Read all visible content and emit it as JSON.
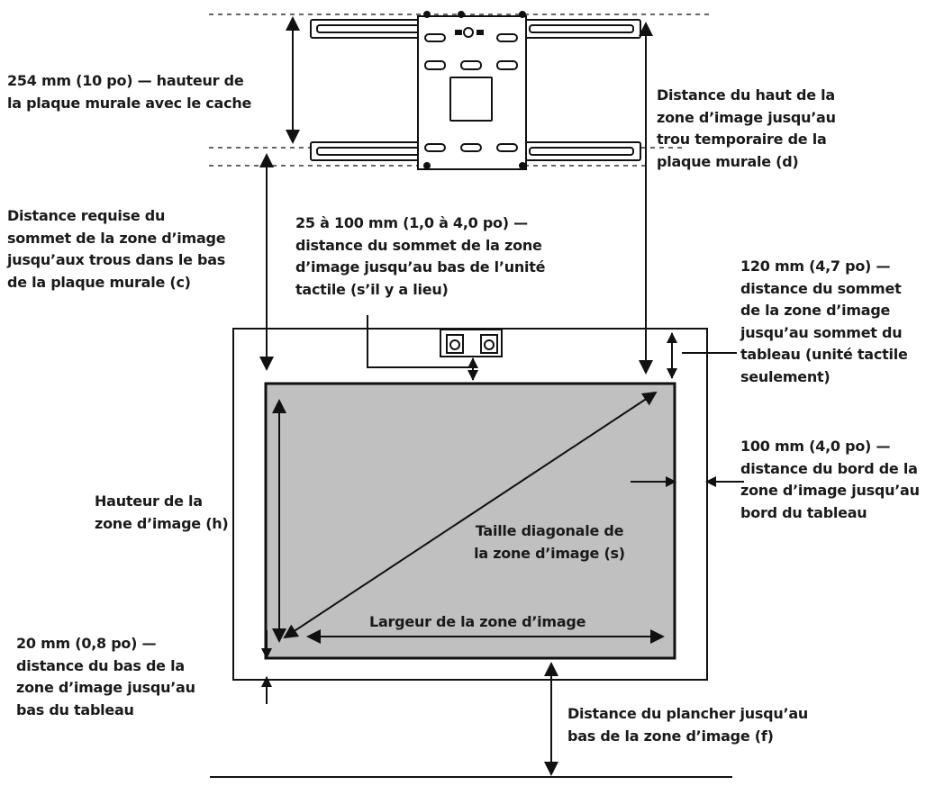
{
  "labels": {
    "plate_height": "254 mm (10 po) — hauteur de\nla plaque murale avec le cache",
    "top_to_temp_hole": "Distance du haut de la\nzone d’image jusqu’au\ntrou temporaire de la\nplaque murale (d)",
    "required_distance": "Distance requise du\nsommet de la zone d’image\njusqu’aux trous dans le bas\nde la plaque murale (c)",
    "touch_unit_distance": "25 à 100 mm (1,0 à 4,0 po) —\ndistance du sommet de la zone\nd’image jusqu’au bas de l’unité\ntactile (s’il y a lieu)",
    "board_top_distance": "120 mm (4,7 po) —\ndistance du sommet\nde la zone d’image\njusqu’au sommet du\ntableau (unité tactile\nseulement)",
    "side_margin": "100 mm (4,0 po) —\ndistance du bord de la\nzone d’image jusqu’au\nbord du tableau",
    "image_height": "Hauteur de la\nzone d’image (h)",
    "diagonal": "Taille diagonale de\nla zone d’image (s)",
    "image_width": "Largeur de la zone d’image",
    "bottom_margin": "20 mm (0,8 po) —\ndistance du bas de la\nzone d’image jusqu’au\nbas du tableau",
    "floor_distance": "Distance du plancher jusqu’au\nbas de la zone d’image (f)"
  },
  "colors": {
    "line": "#111111",
    "image_area": "#c0c0c0",
    "dashed": "#333333"
  }
}
